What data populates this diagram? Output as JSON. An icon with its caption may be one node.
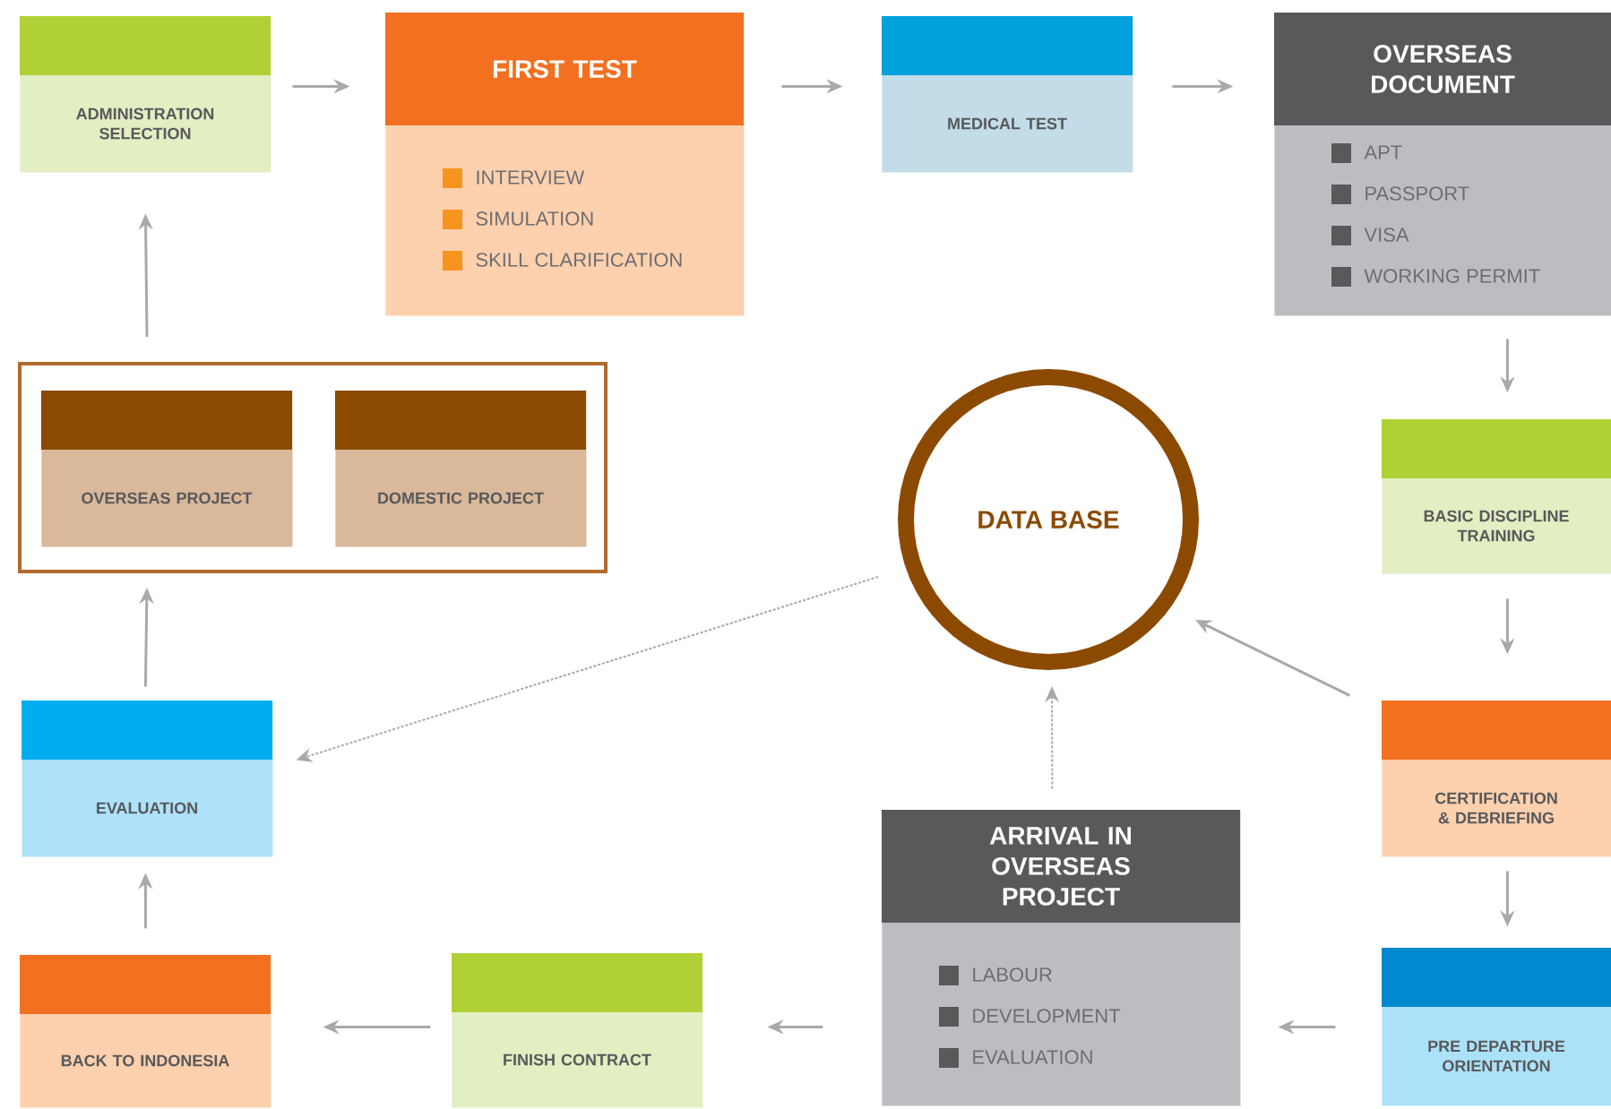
{
  "diagram": {
    "nodes": [
      {
        "text": [
          "ADMINISTRATION SELECTION"
        ]
      },
      {
        "text": [
          "FIRST TEST",
          "INTERVIEW",
          "SIMULATION",
          "SKILL CLARIFICATION"
        ]
      },
      {
        "text": [
          "MEDICAL TEST"
        ]
      },
      {
        "text": [
          "OVERSEAS DOCUMENT",
          "APT",
          "PASSPORT",
          "VISA",
          "WORKING PERMIT"
        ]
      },
      {
        "text": [
          "BASIC DISCIPLINE TRAINING"
        ]
      },
      {
        "text": [
          "CERTIFICATION & DEBRIEFING"
        ]
      },
      {
        "text": [
          "PRE DEPARTURE ORIENTATION"
        ]
      },
      {
        "text": [
          "DATA BASE"
        ]
      },
      {
        "text": [
          "ARRIVAL IN OVERSEAS PROJECT",
          "LABOUR",
          "DEVELOPMENT",
          "EVALUATION"
        ]
      },
      {
        "text": [
          "FINISH CONTRACT"
        ]
      },
      {
        "text": [
          "BACK TO INDONESIA"
        ]
      },
      {
        "text": [
          "EVALUATION"
        ]
      },
      {
        "text": [],
        "shape": "box"
      },
      {
        "text": [
          "OVERSEAS PROJECT"
        ],
        "in": 12
      },
      {
        "text": [
          "DOMESTIC PROJECT"
        ],
        "in": 12
      }
    ],
    "edges": [
      {
        "from": 0,
        "to": 1,
        "arrow": "to"
      },
      {
        "from": 1,
        "to": 2,
        "arrow": "to"
      },
      {
        "from": 2,
        "to": 3,
        "arrow": "to"
      },
      {
        "from": 3,
        "to": 4,
        "arrow": "to"
      },
      {
        "from": 4,
        "to": 5,
        "arrow": "to"
      },
      {
        "from": 5,
        "to": 6,
        "arrow": "to"
      },
      {
        "from": 5,
        "to": 7,
        "arrow": "to"
      },
      {
        "from": 6,
        "to": 8,
        "arrow": "to"
      },
      {
        "from": 8,
        "to": 9,
        "arrow": "to"
      },
      {
        "from": 9,
        "to": 10,
        "arrow": "to"
      },
      {
        "from": 10,
        "to": 11,
        "arrow": "to"
      },
      {
        "from": 11,
        "to": 12,
        "arrow": "to"
      },
      {
        "from": 12,
        "to": 0,
        "arrow": "to"
      },
      {
        "from": 8,
        "to": 7,
        "arrow": "to",
        "style": "dashed"
      },
      {
        "from": 7,
        "to": 11,
        "arrow": "to",
        "style": "dashed"
      }
    ]
  }
}
